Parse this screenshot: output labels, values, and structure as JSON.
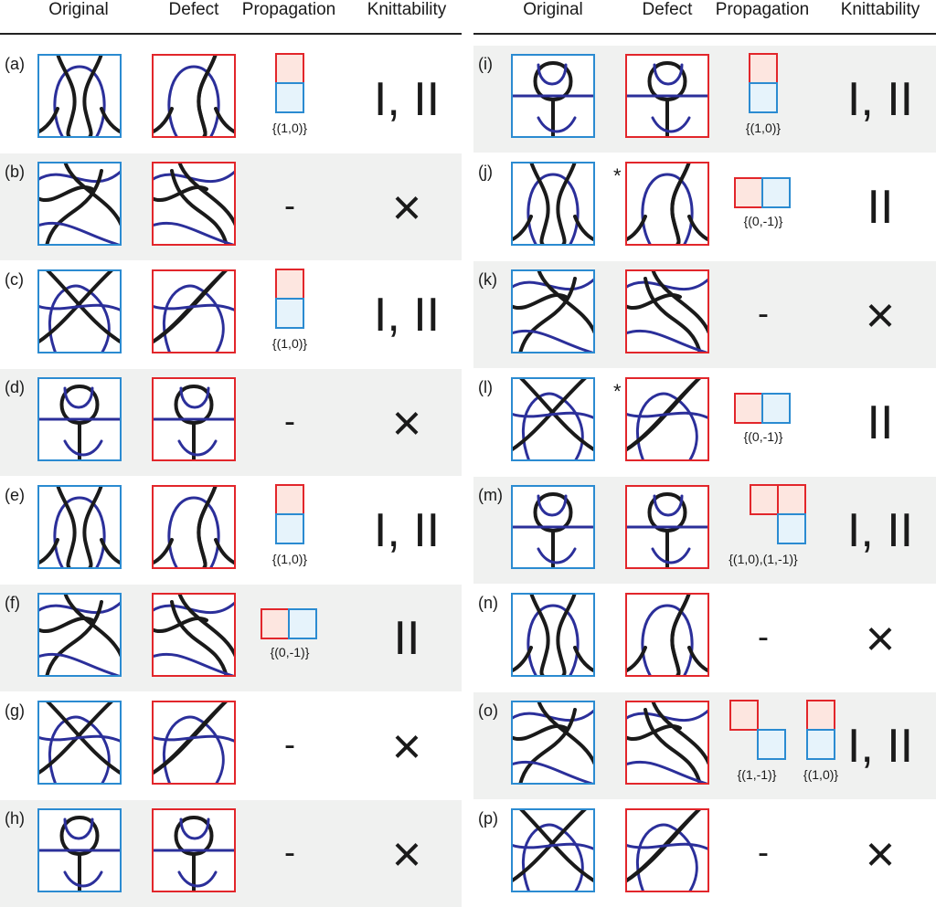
{
  "headers": {
    "original": "Original",
    "defect": "Defect",
    "propagation": "Propagation",
    "knittability": "Knittability"
  },
  "colors": {
    "original_border": "#2b8bd1",
    "defect_border": "#e2262b",
    "yarn_front": "#1a1a1a",
    "yarn_back": "#2b2f9a",
    "row_shade": "#f0f1f0"
  },
  "rows_left": [
    {
      "label": "(a)",
      "propagation": "{(1,0)}",
      "prop_type": "vertical",
      "knittability": "I, II",
      "shaded": false,
      "star": false
    },
    {
      "label": "(b)",
      "propagation": "-",
      "prop_type": "none",
      "knittability": "×",
      "shaded": true,
      "star": false
    },
    {
      "label": "(c)",
      "propagation": "{(1,0)}",
      "prop_type": "vertical",
      "knittability": "I, II",
      "shaded": false,
      "star": false
    },
    {
      "label": "(d)",
      "propagation": "-",
      "prop_type": "none",
      "knittability": "×",
      "shaded": true,
      "star": false
    },
    {
      "label": "(e)",
      "propagation": "{(1,0)}",
      "prop_type": "vertical",
      "knittability": "I, II",
      "shaded": false,
      "star": false
    },
    {
      "label": "(f)",
      "propagation": "{(0,-1)}",
      "prop_type": "horizontal",
      "knittability": "II",
      "shaded": true,
      "star": false
    },
    {
      "label": "(g)",
      "propagation": "-",
      "prop_type": "none",
      "knittability": "×",
      "shaded": false,
      "star": false
    },
    {
      "label": "(h)",
      "propagation": "-",
      "prop_type": "none",
      "knittability": "×",
      "shaded": true,
      "star": false
    }
  ],
  "rows_right": [
    {
      "label": "(i)",
      "propagation": "{(1,0)}",
      "prop_type": "vertical",
      "knittability": "I, II",
      "shaded": true,
      "star": false
    },
    {
      "label": "(j)",
      "propagation": "{(0,-1)}",
      "prop_type": "horizontal",
      "knittability": "II",
      "shaded": false,
      "star": true
    },
    {
      "label": "(k)",
      "propagation": "-",
      "prop_type": "none",
      "knittability": "×",
      "shaded": true,
      "star": false
    },
    {
      "label": "(l)",
      "propagation": "{(0,-1)}",
      "prop_type": "horizontal",
      "knittability": "II",
      "shaded": false,
      "star": true
    },
    {
      "label": "(m)",
      "propagation": "{(1,0),(1,-1)}",
      "prop_type": "lshape",
      "knittability": "I, II",
      "shaded": true,
      "star": false
    },
    {
      "label": "(n)",
      "propagation": "-",
      "prop_type": "none",
      "knittability": "×",
      "shaded": false,
      "star": false
    },
    {
      "label": "(o)",
      "propagation": "{(1,-1)}",
      "propagation_2": "{(1,0)}",
      "prop_type": "double",
      "knittability": "I, II",
      "shaded": true,
      "star": false
    },
    {
      "label": "(p)",
      "propagation": "-",
      "prop_type": "none",
      "knittability": "×",
      "shaded": false,
      "star": false
    }
  ],
  "star_symbol": "*"
}
